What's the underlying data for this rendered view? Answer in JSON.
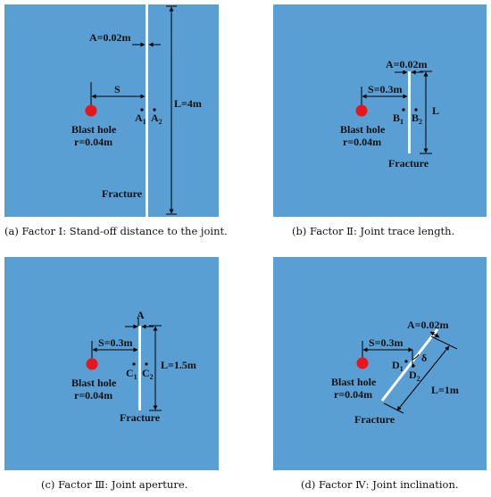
{
  "colors": {
    "background": "#5a9fd4",
    "blast_hole": "#e8151b",
    "fracture": "#ffffff",
    "line": "#000000"
  },
  "panels": [
    {
      "caption": "(a) Factor Ⅰ: Stand-off distance to the joint.",
      "aperture_label": "A=0.02m",
      "standoff_label": "S",
      "length_label": "L=4m",
      "point_1": "A",
      "point_1_sub": "1",
      "point_2": "A",
      "point_2_sub": "2",
      "hole_label": "Blast hole",
      "radius_label": "r=0.04m",
      "fracture_label": "Fracture"
    },
    {
      "caption": "(b) Factor Ⅱ: Joint trace length.",
      "aperture_label": "A=0.02m",
      "standoff_label": "S=0.3m",
      "length_label": "L",
      "point_1": "B",
      "point_1_sub": "1",
      "point_2": "B",
      "point_2_sub": "2",
      "hole_label": "Blast hole",
      "radius_label": "r=0.04m",
      "fracture_label": "Fracture"
    },
    {
      "caption": "(c) Factor Ⅲ: Joint aperture.",
      "aperture_label": "A",
      "standoff_label": "S=0.3m",
      "length_label": "L=1.5m",
      "point_1": "C",
      "point_1_sub": "1",
      "point_2": "C",
      "point_2_sub": "2",
      "hole_label": "Blast hole",
      "radius_label": "r=0.04m",
      "fracture_label": "Fracture"
    },
    {
      "caption": "(d) Factor Ⅳ: Joint inclination.",
      "aperture_label": "A=0.02m",
      "standoff_label": "S=0.3m",
      "length_label": "L=1m",
      "angle_label": "δ",
      "point_1": "D",
      "point_1_sub": "1",
      "point_2": "D",
      "point_2_sub": "2",
      "hole_label": "Blast hole",
      "radius_label": "r=0.04m",
      "fracture_label": "Fracture"
    }
  ]
}
